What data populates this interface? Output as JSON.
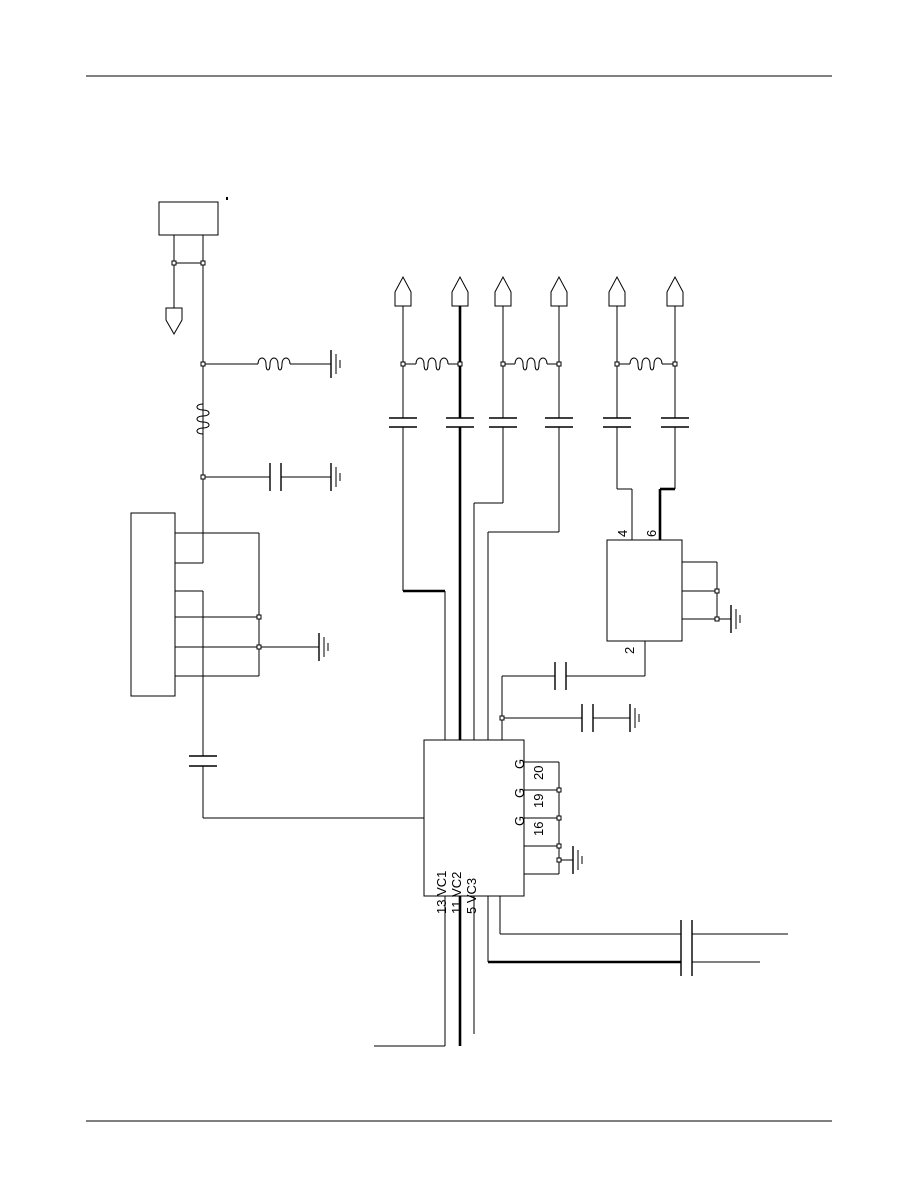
{
  "labels": {
    "vc1": "13  VC1",
    "vc2": "11 VC2",
    "vc3": "5  VC3",
    "g": "G",
    "pin20": "20",
    "pin19": "19",
    "pin16": "16",
    "pin4": "4",
    "pin6": "6",
    "pin2": "2"
  }
}
